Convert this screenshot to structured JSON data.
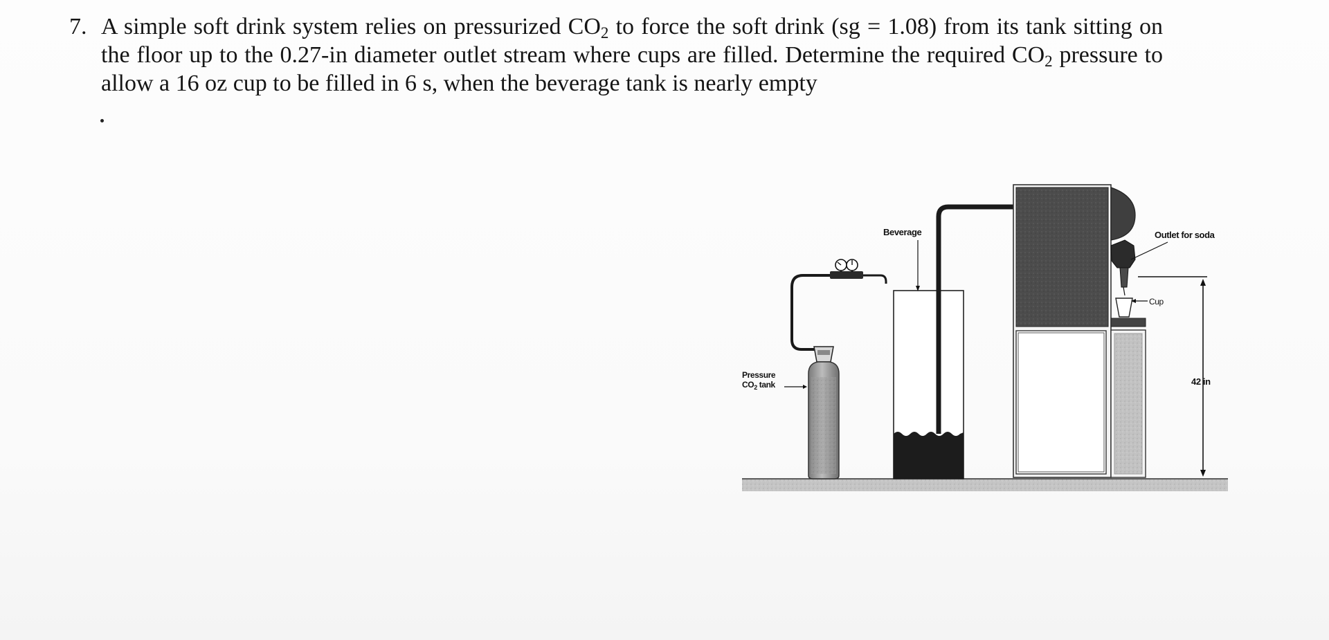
{
  "problem": {
    "number": "7.",
    "text_part1": "A simple soft drink system relies on pressurized CO",
    "text_sub1": "2",
    "text_part2": " to force the soft drink (sg = 1.08) from its tank sitting on the floor up to the 0.27-in diameter outlet stream where cups are filled.  Determine the required CO",
    "text_sub2": "2",
    "text_part3": " pressure to allow a 16 oz cup to be filled in 6 s, when the beverage tank is nearly empty"
  },
  "figure": {
    "label_beverage": "Beverage",
    "label_outlet": "Outlet for soda",
    "label_cup": "Cup",
    "label_height": "42 in",
    "label_co2_line1": "Pressure",
    "label_co2_line2_a": "CO",
    "label_co2_line2_sub": "2",
    "label_co2_line2_b": " tank"
  }
}
